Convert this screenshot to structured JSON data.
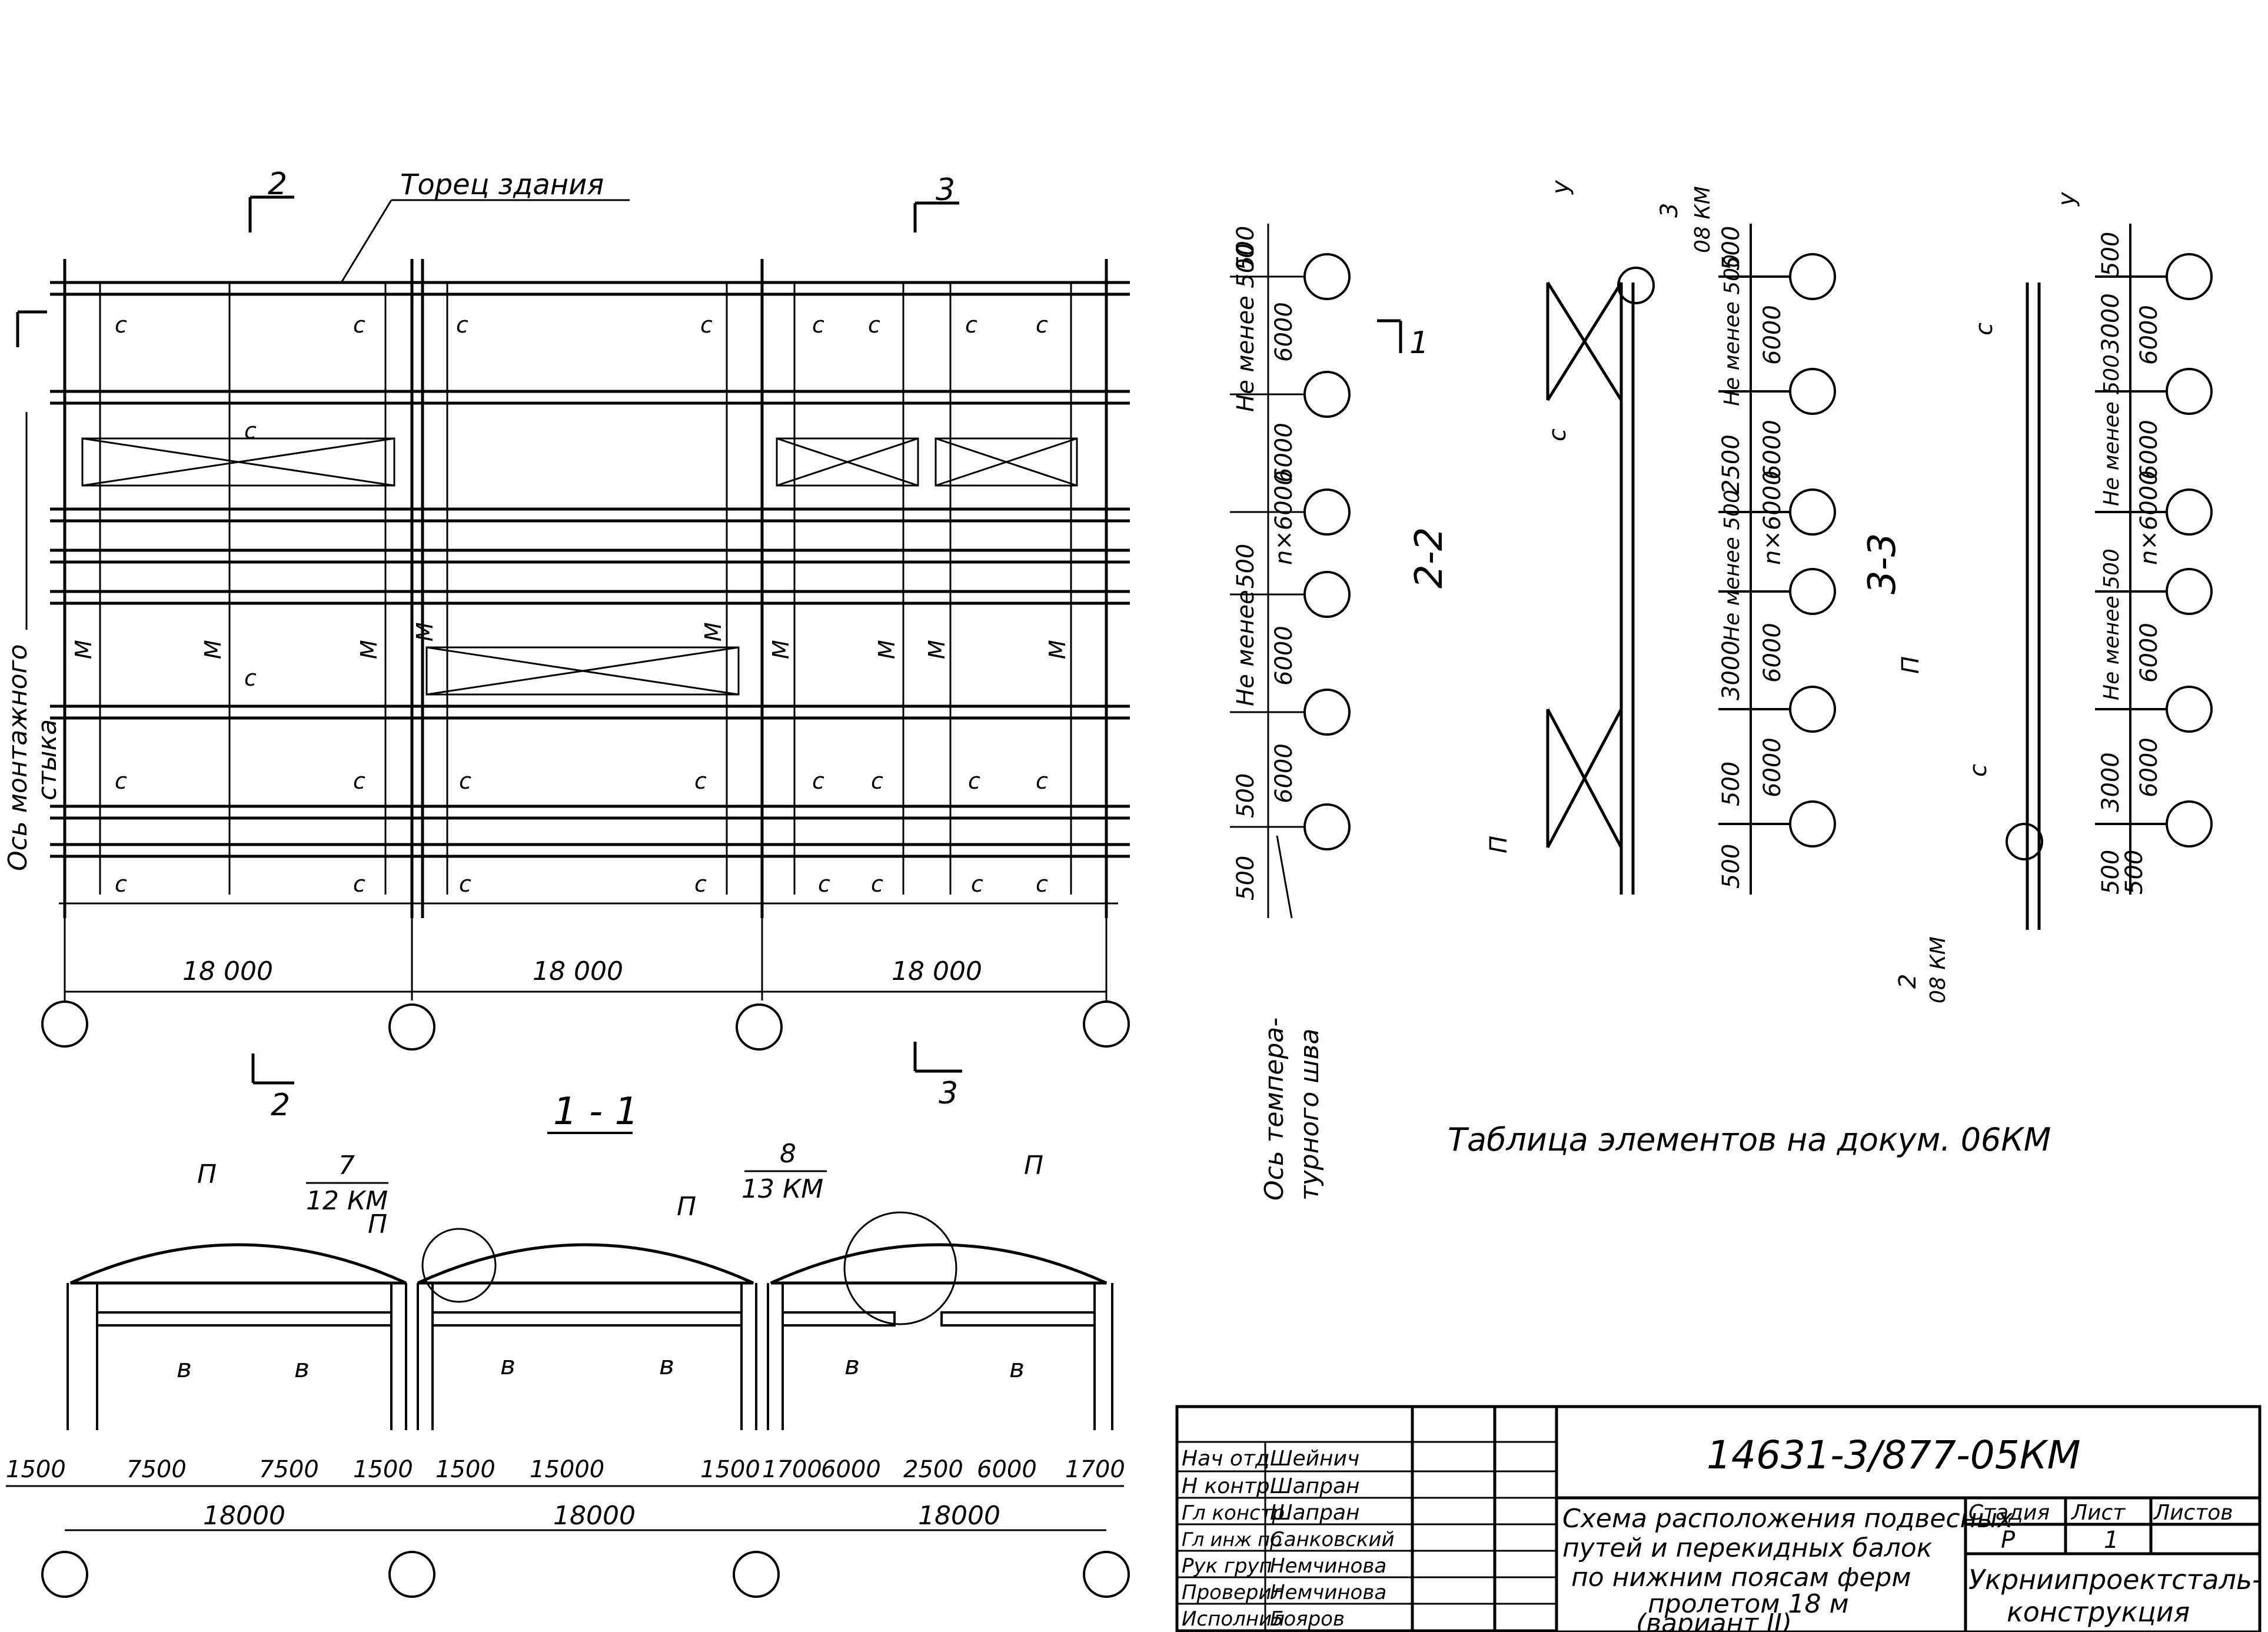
{
  "plan": {
    "label_building_end": "Торец здания",
    "section_marks": {
      "s1": "1",
      "s2": "2",
      "s3": "3"
    },
    "beam_marks": {
      "c": "с",
      "m": "М"
    },
    "axis_assembly_line1": "Ось монтажного",
    "axis_assembly_line2": "стыка",
    "axis_temp_line1": "Ось темпера-",
    "axis_temp_line2": "турного шва",
    "spans": [
      "18 000",
      "18 000",
      "18 000"
    ],
    "dims_right": {
      "d500": "500",
      "d6000": "6000",
      "nx6000": "n×6000",
      "not_less_500": "Не менее 500",
      "not_less": "Не менее"
    }
  },
  "section_1_1": {
    "title": "1 - 1",
    "mark_p": "П",
    "mark_v": "в",
    "callout_7_top": "7",
    "callout_7_bottom": "12 КМ",
    "callout_8_top": "8",
    "callout_8_bottom": "13 КМ",
    "dims_row1": [
      "1500",
      "7500",
      "7500",
      "1500",
      "1500",
      "15000",
      "1500",
      "1700",
      "6000",
      "2500",
      "6000",
      "1700"
    ],
    "dims_row2": [
      "18000",
      "18000",
      "18000"
    ]
  },
  "section_2_2": {
    "title": "2-2",
    "mark_u": "у",
    "mark_c": "с",
    "mark_p": "П",
    "callout_top": "3",
    "callout_bottom": "08 КМ",
    "dims_outer": [
      "6000",
      "6000",
      "n×6000",
      "6000",
      "6000"
    ],
    "dims_inner": [
      "500",
      "Не менее 500",
      "2500",
      "Не менее 500",
      "3000",
      "500",
      "500"
    ]
  },
  "section_3_3": {
    "title": "3-3",
    "mark_u": "у",
    "mark_c": "с",
    "mark_p": "П",
    "callout_top": "2",
    "callout_bottom": "08 КМ",
    "dims_outer": [
      "6000",
      "6000",
      "n×6000",
      "6000",
      "6000"
    ],
    "dims_inner": [
      "500",
      "3000",
      "Не менее 500",
      "Не менее 500",
      "3000",
      "500",
      "500"
    ]
  },
  "note": "Таблица элементов на докум. 06КМ",
  "title_block": {
    "doc_number": "14631-3/877-05КМ",
    "rows": [
      {
        "role": "Нач отд",
        "name": "Шейнич"
      },
      {
        "role": "Н контр",
        "name": "Шапран"
      },
      {
        "role": "Гл констр",
        "name": "Шапран"
      },
      {
        "role": "Гл инж пр",
        "name": "Санковский"
      },
      {
        "role": "Рук груп",
        "name": "Немчинова"
      },
      {
        "role": "Проверил",
        "name": "Немчинова"
      },
      {
        "role": "Исполнил",
        "name": "Бояров"
      }
    ],
    "description": [
      "Схема расположения подвесных",
      "путей и перекидных балок",
      "по нижним поясам ферм",
      "пролетом 18 м",
      "(вариант II)"
    ],
    "stage_label": "Стадия",
    "sheet_label": "Лист",
    "sheets_label": "Листов",
    "stage_value": "Р",
    "sheet_value": "1",
    "organization": [
      "Укрниипроектсталь-",
      "конструкция"
    ]
  }
}
